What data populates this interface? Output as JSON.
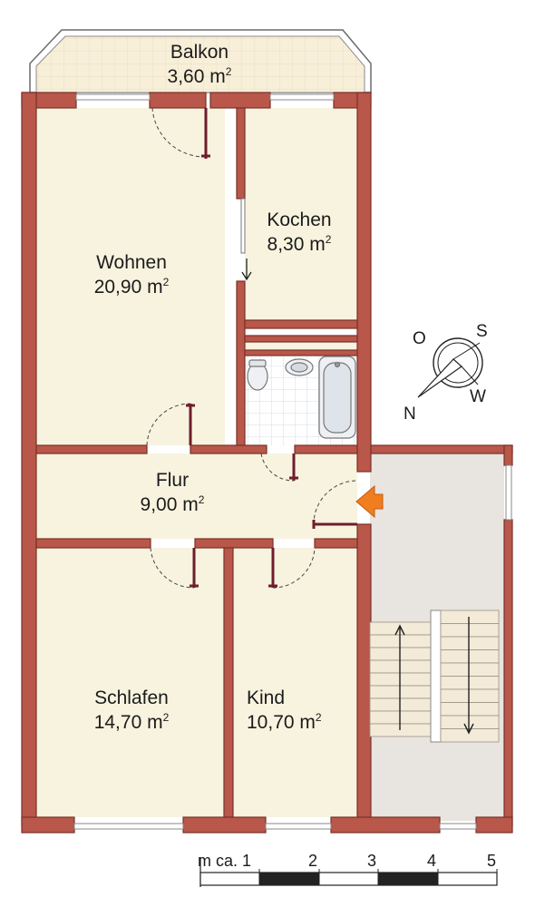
{
  "rooms": {
    "balkon": {
      "name": "Balkon",
      "area": "3,60 m",
      "unit_exp": "2"
    },
    "kochen": {
      "name": "Kochen",
      "area": "8,30 m",
      "unit_exp": "2"
    },
    "wohnen": {
      "name": "Wohnen",
      "area": "20,90 m",
      "unit_exp": "2"
    },
    "flur": {
      "name": "Flur",
      "area": "9,00 m",
      "unit_exp": "2"
    },
    "schlafen": {
      "name": "Schlafen",
      "area": "14,70 m",
      "unit_exp": "2"
    },
    "kind": {
      "name": "Kind",
      "area": "10,70 m",
      "unit_exp": "2"
    }
  },
  "compass": {
    "o": "O",
    "s": "S",
    "n": "N",
    "w": "W"
  },
  "scale": {
    "prefix": "m ca. 1",
    "ticks": [
      "2",
      "3",
      "4",
      "5"
    ]
  },
  "colors": {
    "wall": "#b8574a",
    "wall_edge": "#7a3228",
    "room_fill": "#f7f3df",
    "stair_area": "#e8e4df",
    "door": "#6e1d2b",
    "entry_arrow": "#f07d1e",
    "tile": "#e6ecf3"
  }
}
